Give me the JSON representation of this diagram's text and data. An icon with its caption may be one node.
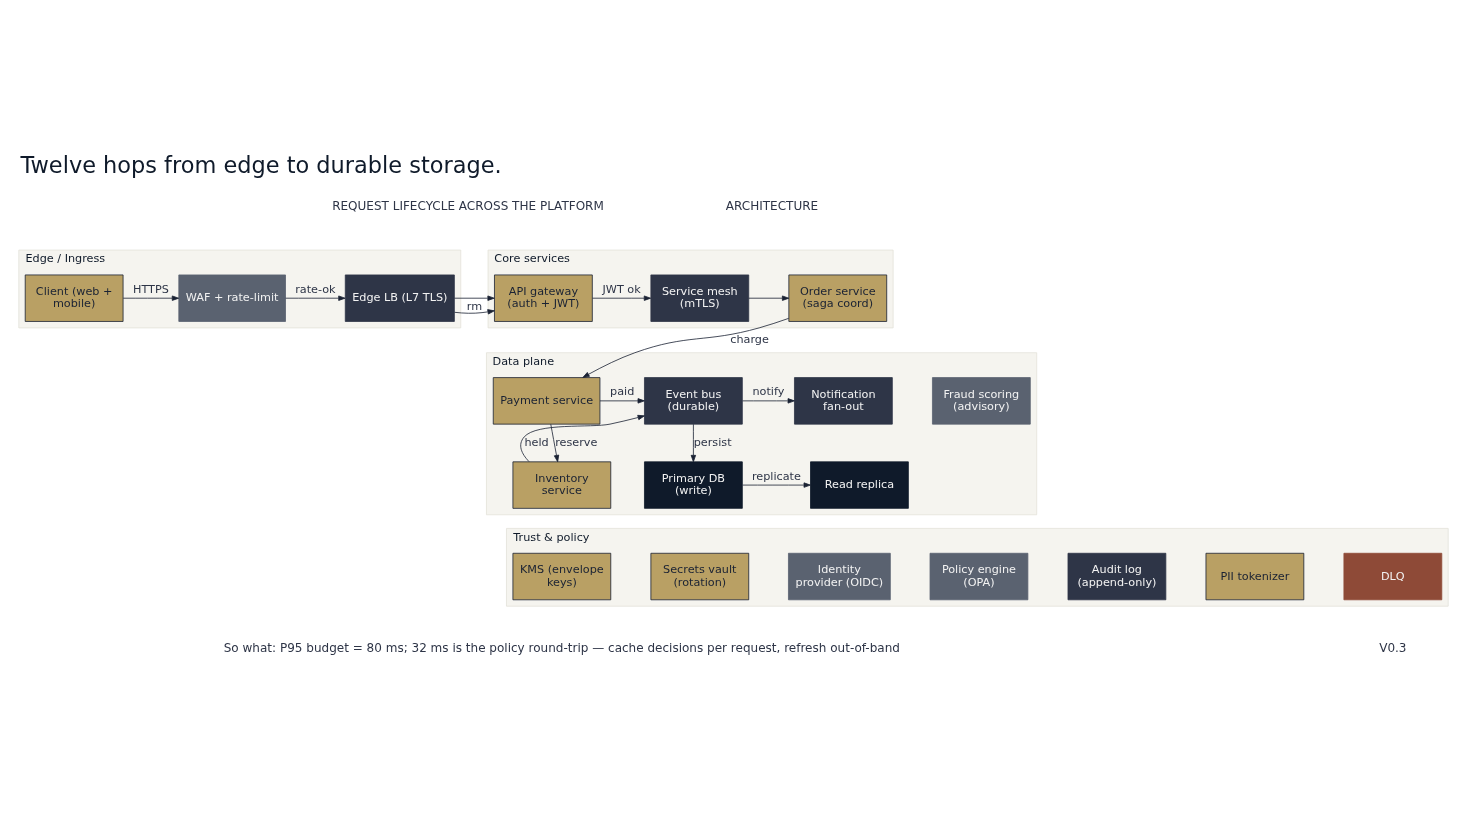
{
  "diagram": {
    "title": "Twelve hops from edge to durable storage.",
    "caption": "So what: P95 budget = 80 ms; 32 ms is the policy round-trip — cache decisions per request, refresh out-of-band",
    "nodes": [
      {
        "text": [
          "Edge / Ingress"
        ]
      },
      {
        "text": [
          "Client (web + mobile)"
        ],
        "in": 0
      },
      {
        "text": [
          "WAF + rate-limit"
        ],
        "in": 0
      },
      {
        "text": [
          "Edge LB (L7 TLS)"
        ],
        "in": 0
      },
      {
        "text": [
          "Core services"
        ]
      },
      {
        "text": [
          "API gateway (auth + JWT)"
        ],
        "in": 4
      },
      {
        "text": [
          "Service mesh (mTLS)"
        ],
        "in": 4
      },
      {
        "text": [
          "Order service (saga coord)"
        ],
        "in": 4
      },
      {
        "text": [
          "Data plane"
        ]
      },
      {
        "text": [
          "Payment service"
        ],
        "in": 8
      },
      {
        "text": [
          "Inventory service"
        ],
        "in": 8
      },
      {
        "text": [
          "Event bus (durable)"
        ],
        "in": 8
      },
      {
        "text": [
          "Notification fan-out"
        ],
        "in": 8
      },
      {
        "text": [
          "Fraud scoring (advisory)"
        ],
        "in": 8
      },
      {
        "text": [
          "Primary DB (write)"
        ],
        "in": 8
      },
      {
        "text": [
          "Read replica"
        ],
        "in": 8
      },
      {
        "text": [
          "Trust & policy"
        ]
      },
      {
        "text": [
          "KMS (envelope keys)"
        ],
        "in": 16
      },
      {
        "text": [
          "Secrets vault (rotation)"
        ],
        "in": 16
      },
      {
        "text": [
          "Identity provider (OIDC)"
        ],
        "in": 16
      },
      {
        "text": [
          "Policy engine (OPA)"
        ],
        "in": 16
      },
      {
        "text": [
          "Audit log (append-only)"
        ],
        "in": 16
      },
      {
        "text": [
          "PII tokenizer"
        ],
        "in": 16
      },
      {
        "text": [
          "DLQ"
        ],
        "in": 16
      }
    ],
    "edges": [
      {
        "from": 1,
        "to": 2,
        "arrow": "to",
        "label": "HTTPS"
      },
      {
        "from": 2,
        "to": 3,
        "arrow": "to",
        "label": "rate-ok"
      },
      {
        "from": 3,
        "to": 5,
        "arrow": "to",
        "label": "rm"
      },
      {
        "from": 5,
        "to": 6,
        "arrow": "to",
        "label": "JWT ok"
      },
      {
        "from": 6,
        "to": 7,
        "arrow": "to"
      },
      {
        "from": 7,
        "to": 9,
        "arrow": "to",
        "label": "charge"
      },
      {
        "from": 9,
        "to": 11,
        "arrow": "to",
        "label": "paid"
      },
      {
        "from": 9,
        "to": 10,
        "arrow": "to",
        "label": "reserve"
      },
      {
        "from": 10,
        "to": 11,
        "arrow": "to",
        "label": "held"
      },
      {
        "from": 11,
        "to": 12,
        "arrow": "to",
        "label": "notify"
      },
      {
        "from": 11,
        "to": 14,
        "arrow": "to",
        "label": "persist"
      },
      {
        "from": 14,
        "to": 15,
        "arrow": "to",
        "label": "replicate"
      }
    ],
    "labels": [
      "ARCHITECTURE",
      "REQUEST LIFECYCLE ACROSS THE PLATFORM",
      "V0.3"
    ]
  }
}
